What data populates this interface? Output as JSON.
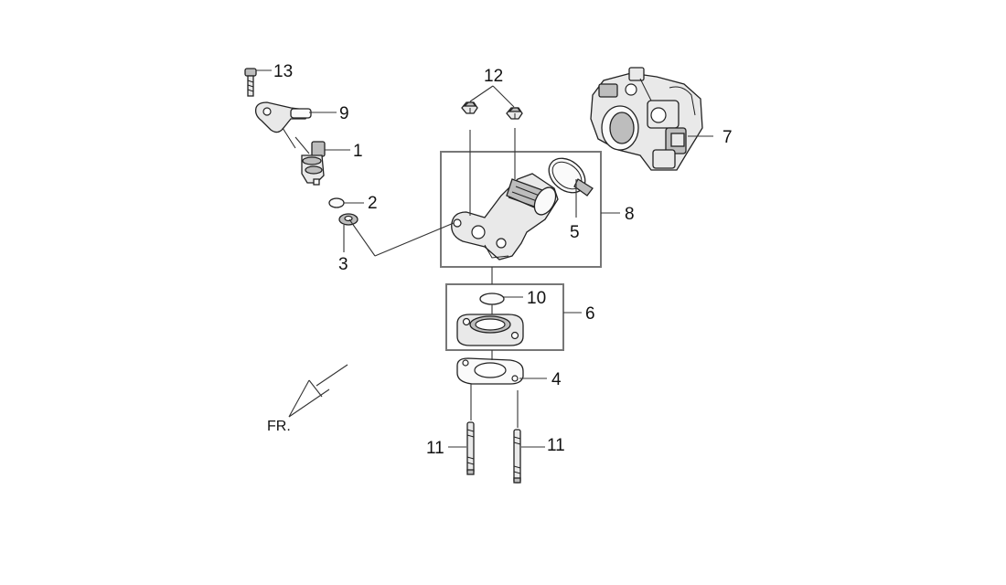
{
  "callouts": {
    "c13": "13",
    "c9": "9",
    "c1": "1",
    "c2": "2",
    "c3": "3",
    "c12": "12",
    "c7": "7",
    "c8": "8",
    "c5": "5",
    "c10": "10",
    "c6": "6",
    "c4": "4",
    "c11_left": "11",
    "c11_right": "11"
  },
  "orientation": {
    "label": "FR."
  },
  "colors": {
    "line": "#333333",
    "box": "#777777",
    "part_fill": "#e9e9e9"
  }
}
